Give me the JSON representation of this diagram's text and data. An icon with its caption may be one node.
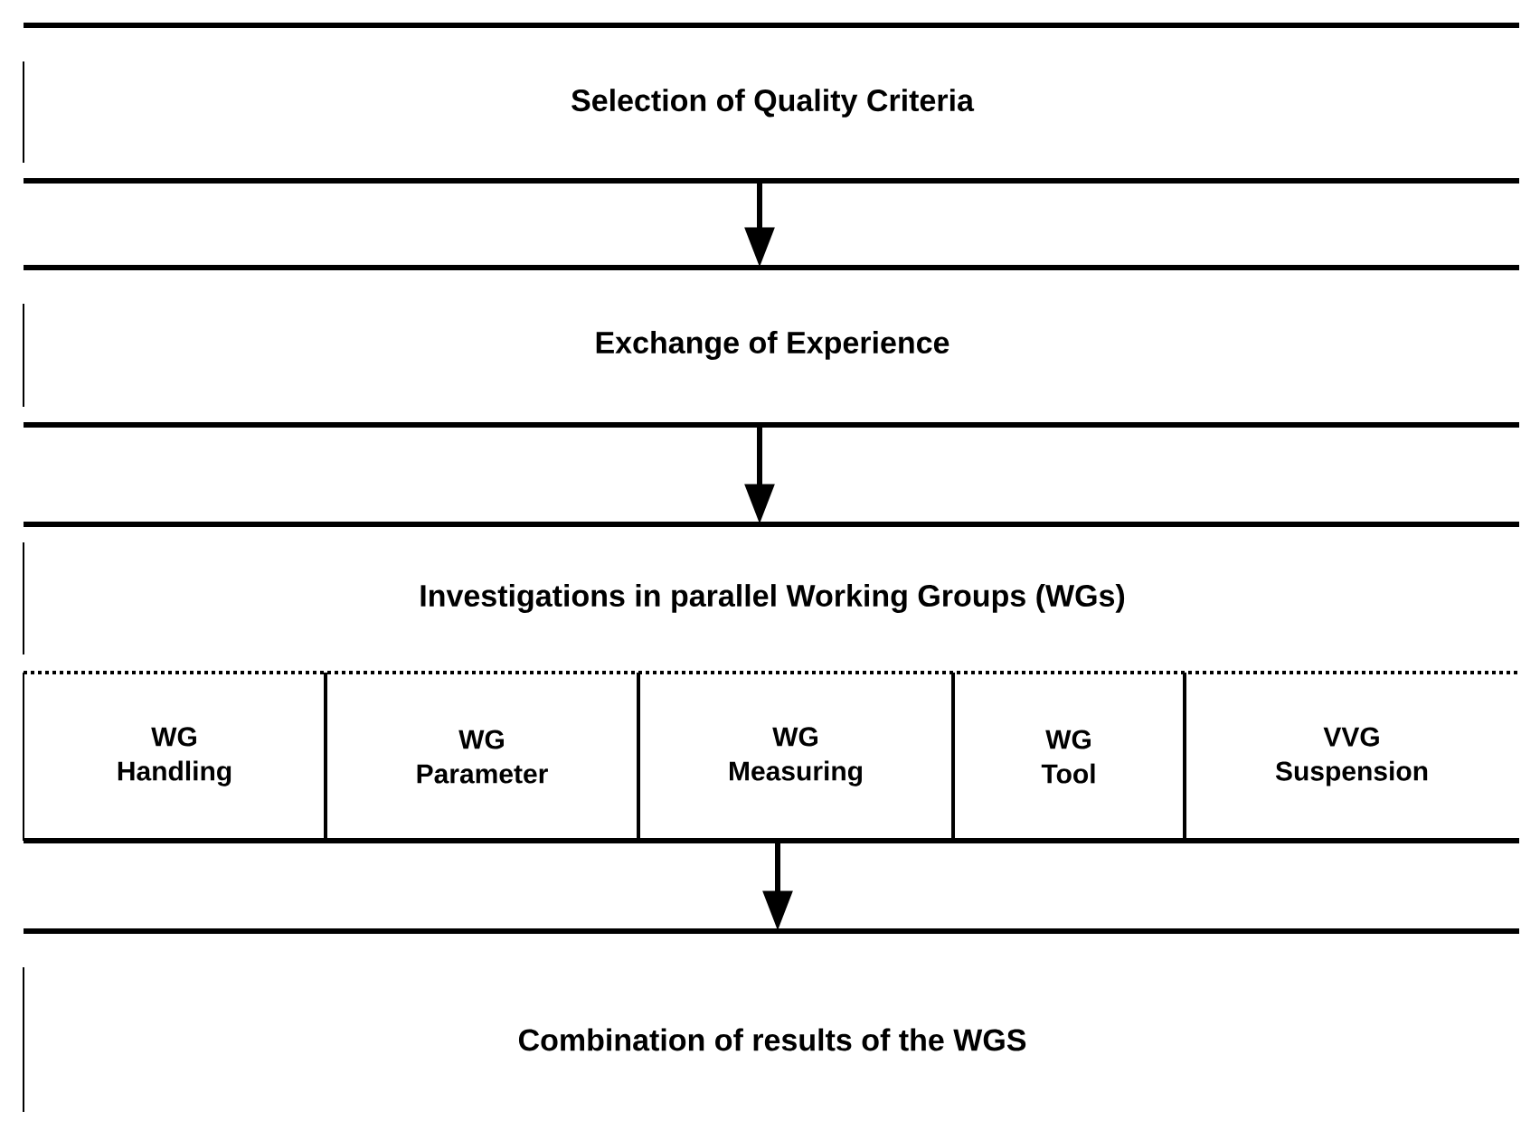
{
  "diagram": {
    "nodes": [
      {
        "text": [
          "Selection of Quality Criteria"
        ]
      },
      {
        "text": [
          "Exchange of Experience"
        ]
      },
      {
        "text": [
          "Investigations in parallel Working Groups (WGs)"
        ]
      },
      {
        "text": [
          "WG Handling"
        ],
        "in": 2
      },
      {
        "text": [
          "WG Parameter"
        ],
        "in": 2
      },
      {
        "text": [
          "WG Measuring"
        ],
        "in": 2
      },
      {
        "text": [
          "WG Tool"
        ],
        "in": 2
      },
      {
        "text": [
          "VVG Suspension"
        ],
        "in": 2
      },
      {
        "text": [
          "Combination of results of the WGS"
        ]
      }
    ],
    "edges": [
      {
        "from": 0,
        "to": 1,
        "arrow": "to"
      },
      {
        "from": 1,
        "to": 2,
        "arrow": "to"
      },
      {
        "from": 2,
        "to": 8,
        "arrow": "to"
      }
    ]
  }
}
